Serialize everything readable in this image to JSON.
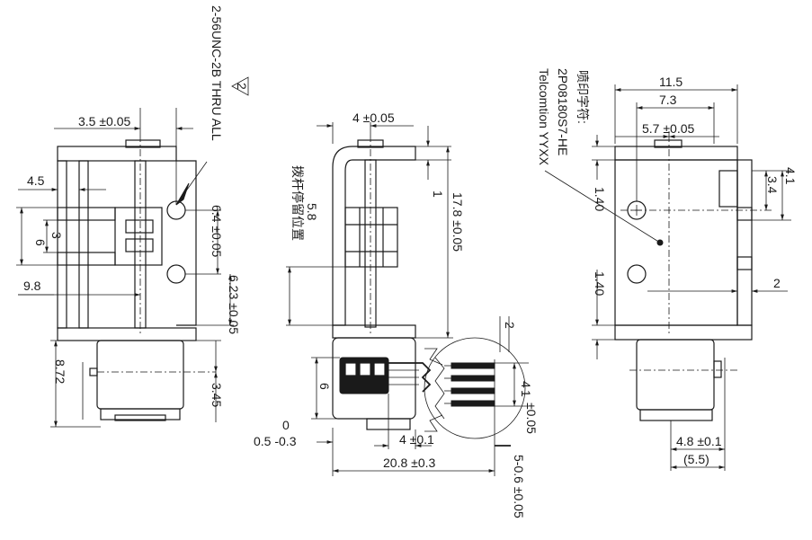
{
  "left_view": {
    "thread_note": "2-56UNC-2B THRU ALL",
    "rev_mark": "2",
    "dim_3_5": "3.5 ±0.05",
    "dim_4_5": "4.5",
    "dim_3": "3",
    "dim_6": "6",
    "dim_9_8": "9.8",
    "dim_6_4": "6.4 ±0.05",
    "dim_6_23": "6.23 ±0.05",
    "dim_8_72": "8.72",
    "dim_3_45": "3.45"
  },
  "middle_view": {
    "dim_4": "4 ±0.05",
    "dim_1": "1",
    "dim_17_8": "17.8 ±0.05",
    "dim_5_8": "5.8",
    "chinese_note": "拨杆停留位置",
    "dim_2": "2",
    "dim_6": "6",
    "dim_4_1": "4",
    "dim_1_small": "1",
    "dim_0": "0",
    "dim_0_5": "0.5 -0.3",
    "dim_4_01": "4 ±0.1",
    "dim_20_8": "20.8 ±0.3",
    "dim_0_05": "±0.05",
    "dim_5_0_6": "5-0.6 ±0.05"
  },
  "right_view": {
    "print_note_title": "喷印字符:",
    "print_note_line1": "2P08180S7-HE",
    "print_note_line2": "Telcomtion YYXX",
    "dim_11_5": "11.5",
    "dim_7_3": "7.3",
    "dim_5_7": "5.7 ±0.05",
    "dim_1_40_top": "1.40",
    "dim_1_40_bottom": "1.40",
    "dim_4_1": "4.1",
    "dim_3_4": "3.4",
    "dim_2": "2",
    "dim_4_8": "4.8 ±0.1",
    "dim_5_5": "(5.5)"
  }
}
